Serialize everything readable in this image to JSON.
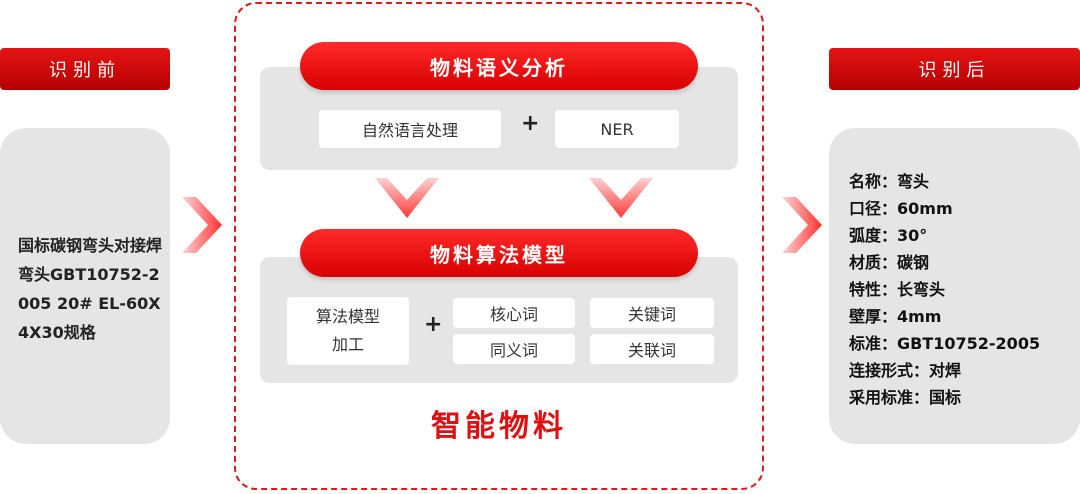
{
  "before": {
    "tag": "识别前",
    "text": "国标碳钢弯头对接焊弯头GBT10752-2005 20# EL-60X4X30规格"
  },
  "after": {
    "tag": "识别后",
    "items": [
      "名称：弯头",
      "口径：60mm",
      "弧度：30°",
      "材质：碳钢",
      "特性：长弯头",
      "壁厚：4mm",
      "标准：GBT10752-2005",
      "连接形式：对焊",
      "采用标准：国标"
    ]
  },
  "semantic": {
    "title": "物料语义分析",
    "left": "自然语言处理",
    "plus": "+",
    "right": "NER"
  },
  "algorithm": {
    "title": "物料算法模型",
    "left_line1": "算法模型",
    "left_line2": "加工",
    "plus": "+",
    "cells": [
      "核心词",
      "关键词",
      "同义词",
      "关联词"
    ]
  },
  "footer": "智能物料",
  "colors": {
    "accent": "#e01010",
    "panel": "#e5e5e5"
  }
}
